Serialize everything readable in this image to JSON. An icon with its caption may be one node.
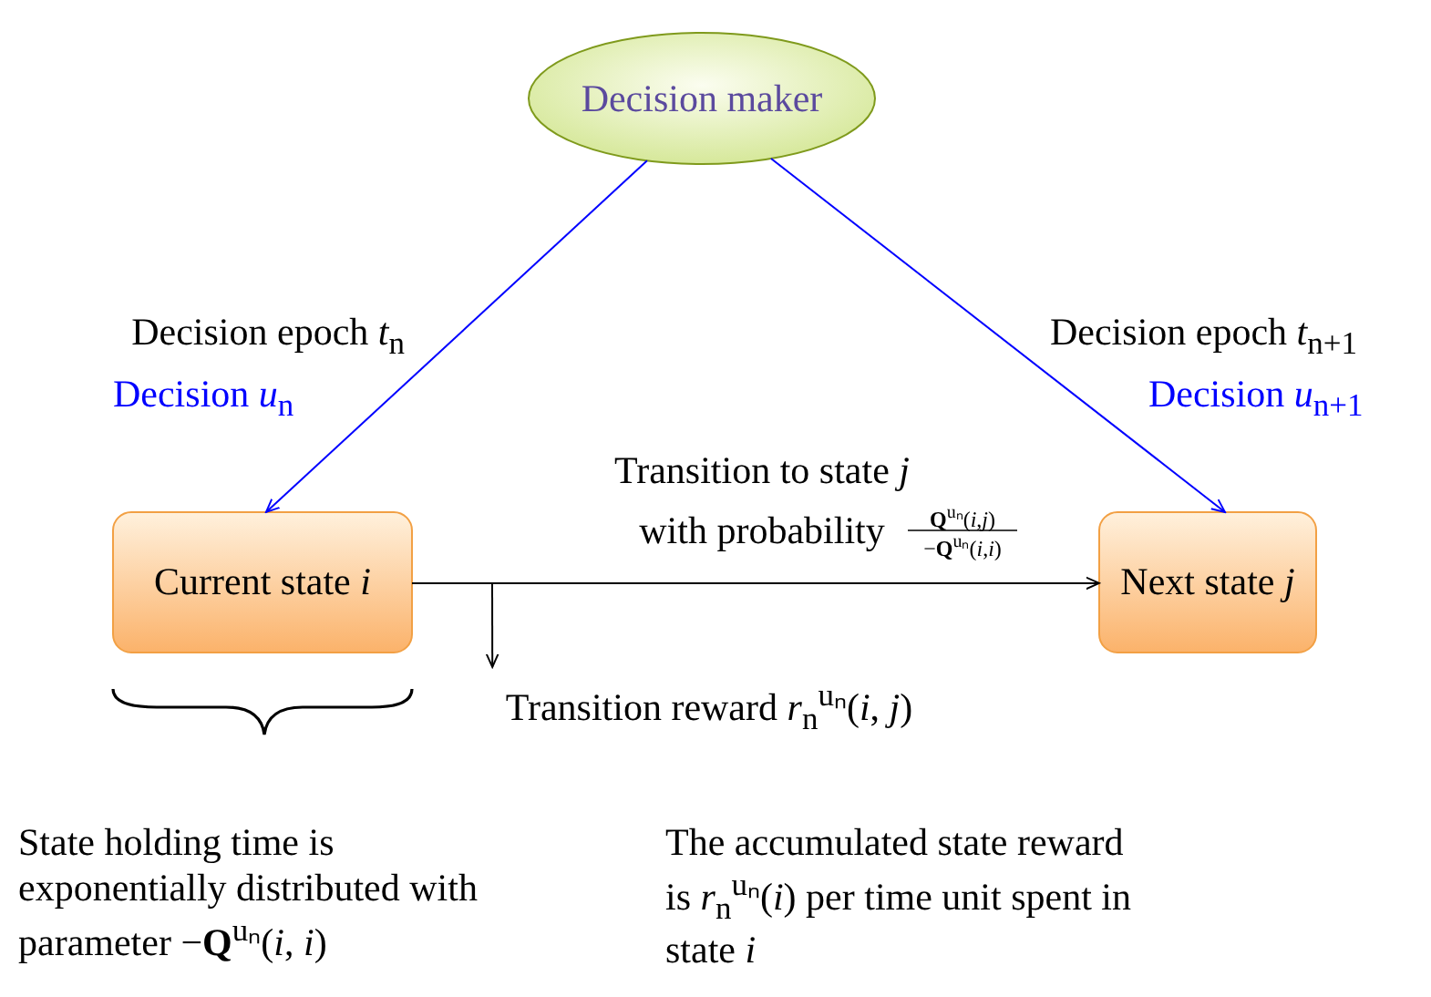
{
  "diagram": {
    "nodes": [
      {
        "text": [
          "Decision maker"
        ]
      },
      {
        "text": [
          "Current state *i*"
        ]
      },
      {
        "text": [
          "Next state *j*"
        ]
      },
      {
        "text": [
          "Transition reward *r*$_{n}$$^{uₙ}$(*i*, *j*)"
        ]
      }
    ],
    "edges": [
      {
        "from": 0,
        "to": 1,
        "arrow": "to",
        "label": "Decision epoch *t*$_{n}$",
        "color": "#0000ff"
      },
      {
        "from": 0,
        "to": 2,
        "arrow": "to",
        "label": "Decision epoch *t*$_{n+1}$",
        "color": "#0000ff"
      },
      {
        "from": 1,
        "to": 2,
        "arrow": "to",
        "label": "Transition to state *j* with probability",
        "color": "#000000"
      },
      {
        "from": null,
        "to": 3,
        "arrow": "to",
        "color": "#000000"
      }
    ],
    "labels": [
      "Decision *u*$_{n}$",
      "Decision *u*$_{n+1}$",
      "**Q**$^{uₙ}$(*i*,*j*)",
      "−**Q**$^{uₙ}$(*i*,*i*)",
      "State holding time is exponentially distributed with parameter −**Q**$^{uₙ}$(*i*, *i*)",
      "The accumulated state reward is *r*$_{n}$$^{uₙ}$(*i*) per time unit spent in state *i*"
    ]
  }
}
